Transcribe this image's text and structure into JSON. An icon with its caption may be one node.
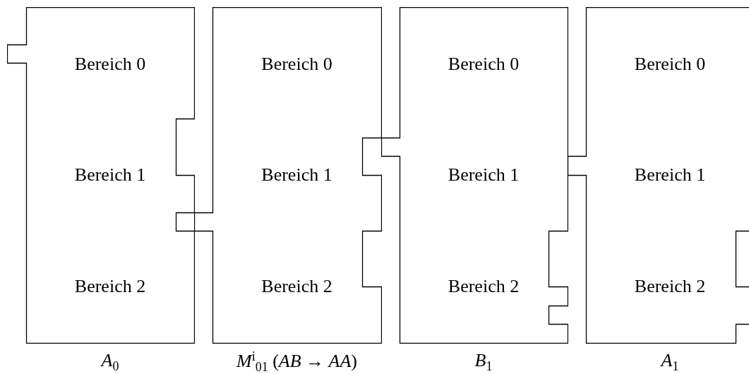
{
  "diagram": {
    "nodes": [
      {
        "text": [
          "Bereich 0",
          "Bereich 1",
          "Bereich 2"
        ],
        "beside": [
          "*A*$_{0}$"
        ]
      },
      {
        "text": [
          "Bereich 0",
          "Bereich 1",
          "Bereich 2"
        ],
        "beside": [
          "*M*$^{i}$$_{01}$ (*AB* → *AA*)"
        ]
      },
      {
        "text": [
          "Bereich 0",
          "Bereich 1",
          "Bereich 2"
        ],
        "beside": [
          "*B*$_{1}$"
        ]
      },
      {
        "text": [
          "Bereich 0",
          "Bereich 1",
          "Bereich 2"
        ],
        "beside": [
          "*A*$_{1}$"
        ]
      }
    ]
  }
}
